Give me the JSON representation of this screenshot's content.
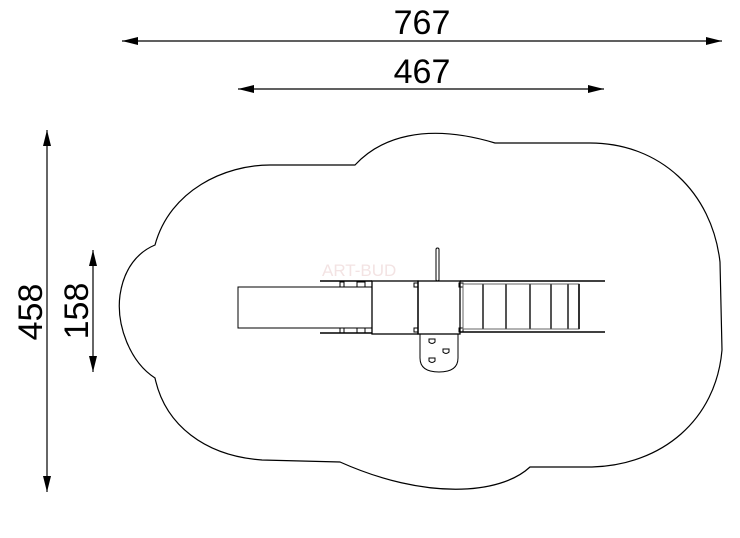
{
  "dimensions": {
    "overall_width": "767",
    "equipment_width": "467",
    "overall_depth": "458",
    "equipment_depth": "158"
  },
  "watermark": "ART-BUD",
  "colors": {
    "line": "#000000",
    "watermark": "#f3e3e3"
  }
}
